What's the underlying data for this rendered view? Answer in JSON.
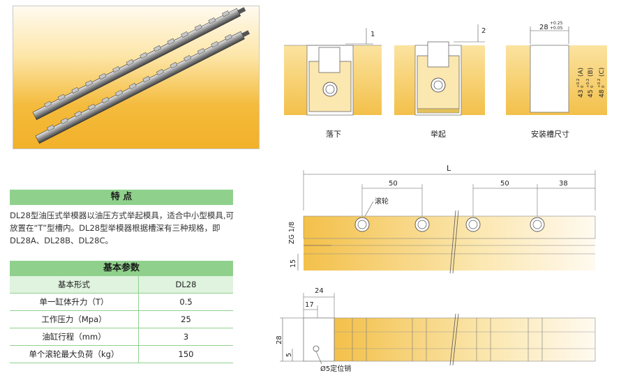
{
  "diagrams": {
    "top": [
      {
        "caption": "落下",
        "dim": "1"
      },
      {
        "caption": "举起",
        "dim": "2"
      },
      {
        "caption": "安装槽尺寸",
        "width": "28",
        "width_tol_upper": "+0.25",
        "width_tol_lower": "+0.05",
        "depth_a": "43",
        "depth_b": "45",
        "depth_c": "48",
        "depth_tol_upper": "+0.2",
        "depth_tol_lower": "0",
        "label_a": "(A)",
        "label_b": "(B)",
        "label_c": "(C)"
      }
    ],
    "side": {
      "length": "L",
      "pitch_left": "50",
      "pitch_right": "50",
      "end": "38",
      "roller_label": "滚轮",
      "port": "ZG 1/8",
      "height": "15"
    },
    "front": {
      "width": "24",
      "offset": "17",
      "height": "28",
      "pin_height": "5",
      "pin_label": "Ø5定位销"
    }
  },
  "features": {
    "title": "特 点",
    "text": "DL28型油压式举模器以油压方式举起模具，适合中小型模具,可放置在“T”型槽内。DL28型举模器根据槽深有三种规格，即DL28A、DL28B、DL28C。"
  },
  "params": {
    "title": "基本参数",
    "header": {
      "name": "基本形式",
      "value": "DL28"
    },
    "rows": [
      {
        "name": "单一缸体升力（T）",
        "value": "0.5"
      },
      {
        "name": "工作压力（Mpa）",
        "value": "25"
      },
      {
        "name": "油缸行程（mm）",
        "value": "3"
      },
      {
        "name": "单个滚轮最大负荷（kg）",
        "value": "150"
      }
    ]
  },
  "colors": {
    "accent_green": "#8fd18c",
    "gold": "#f2b12a",
    "gold_light": "#fdf0c8"
  }
}
